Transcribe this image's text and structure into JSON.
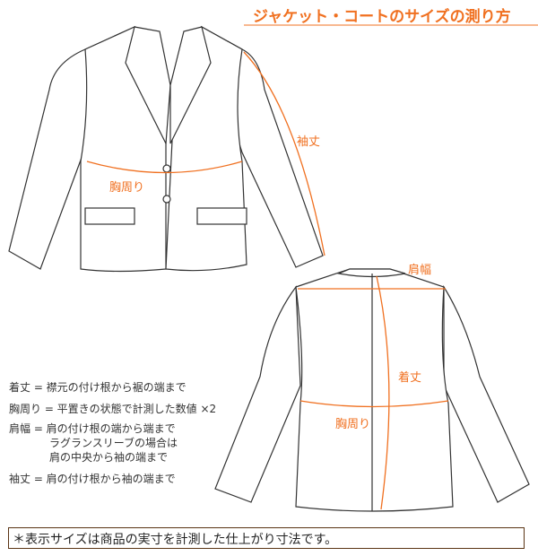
{
  "title": "ジャケット・コートのサイズの測り方",
  "labels": {
    "sleeve": "袖丈",
    "chest_front": "胸周り",
    "shoulder": "肩幅",
    "length": "着丈",
    "chest_back": "胸周り"
  },
  "legend": [
    "着丈 = 襟元の付け根から裾の端まで",
    "胸周り = 平置きの状態で計測した数値 ×2",
    "肩幅 = 肩の付け根の端から端まで",
    "ラグランスリーブの場合は",
    "肩の中央から袖の端まで",
    "袖丈 = 肩の付け根から袖の端まで"
  ],
  "note": "＊表示サイズは商品の実寸を計測した仕上がり寸法です。",
  "colors": {
    "accent": "#f07020",
    "outline": "#333333",
    "border": "#5a3414"
  }
}
